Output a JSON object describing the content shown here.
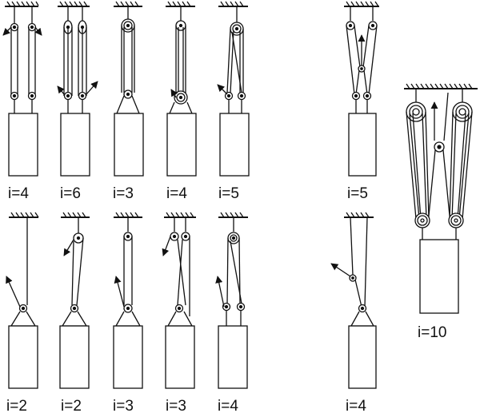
{
  "colors": {
    "ink": "#111111",
    "background": "#ffffff"
  },
  "figure": {
    "labels": {
      "top": [
        "i=4",
        "i=6",
        "i=3",
        "i=4",
        "i=5",
        "i=5"
      ],
      "bottom": [
        "i=2",
        "i=2",
        "i=3",
        "i=3",
        "i=4",
        "i=4"
      ],
      "large": "i=10"
    }
  }
}
